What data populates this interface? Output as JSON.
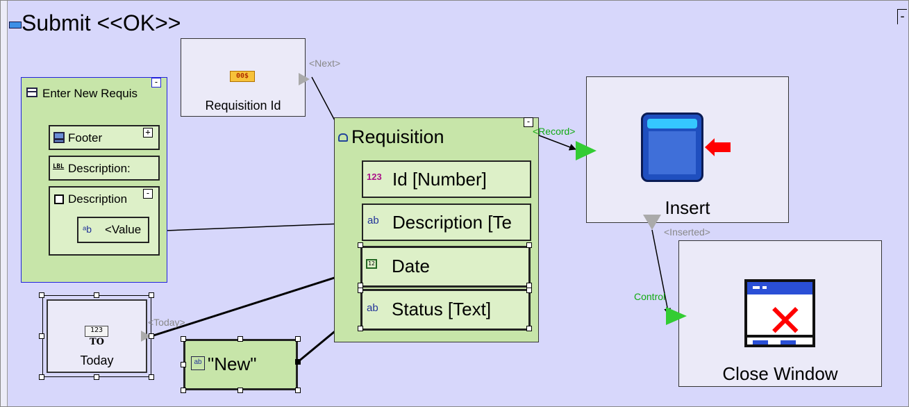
{
  "canvas": {
    "title": "Submit <<OK>>"
  },
  "requisition_id_box": {
    "label": "Requisition Id",
    "icon_text": "00$",
    "port_label": "<Next>"
  },
  "enter_new_panel": {
    "title": "Enter New Requis",
    "footer_label": "Footer",
    "description_label": "Description:",
    "description_group": "Description",
    "value_label": "<Value"
  },
  "requisition_block": {
    "title": "Requisition",
    "port_label": "<Record>",
    "fields": [
      {
        "icon": "123",
        "label": "Id [Number]"
      },
      {
        "icon": "ab",
        "label": "Description [Te"
      },
      {
        "icon": "12",
        "label": "Date"
      },
      {
        "icon": "ab",
        "label": "Status [Text]"
      }
    ]
  },
  "insert_box": {
    "label": "Insert",
    "port_label": "<Inserted>"
  },
  "close_window_box": {
    "label": "Close Window",
    "port_label": "Control"
  },
  "today_box": {
    "label": "Today",
    "icon_text": "TO",
    "port_label": "<Today>"
  },
  "new_box": {
    "label": "\"New\""
  },
  "colors": {
    "canvas": "#d7d7fb",
    "green_block": "#c7e5a9",
    "lavender_box": "#ebeaf8",
    "port_green": "#33cc33",
    "port_gray": "#aaaaaa",
    "accent_red": "#ff0000",
    "db_blue": "#1f4fbf"
  }
}
